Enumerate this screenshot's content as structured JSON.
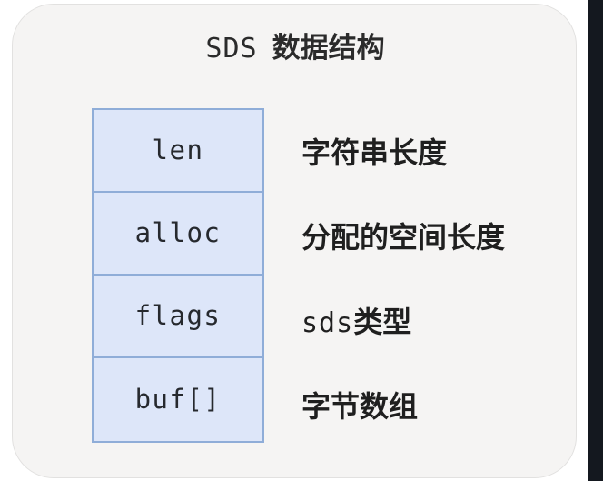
{
  "diagram": {
    "title": {
      "latin": "SDS",
      "cjk": "数据结构",
      "full": "SDS 数据结构"
    },
    "colors": {
      "card_background": "#f5f4f3",
      "card_border": "#e2e1e0",
      "field_fill": "#dde6f9",
      "field_border": "#8fadd8",
      "text": "#1f1f1f",
      "edge_strip": "#14181f"
    },
    "fields": [
      {
        "name": "len",
        "description": "字符串长度",
        "description_latin": "",
        "description_cjk": "字符串长度"
      },
      {
        "name": "alloc",
        "description": "分配的空间长度",
        "description_latin": "",
        "description_cjk": "分配的空间长度"
      },
      {
        "name": "flags",
        "description": "sds类型",
        "description_latin": "sds",
        "description_cjk": "类型"
      },
      {
        "name": "buf[]",
        "description": "字节数组",
        "description_latin": "",
        "description_cjk": "字节数组"
      }
    ]
  }
}
